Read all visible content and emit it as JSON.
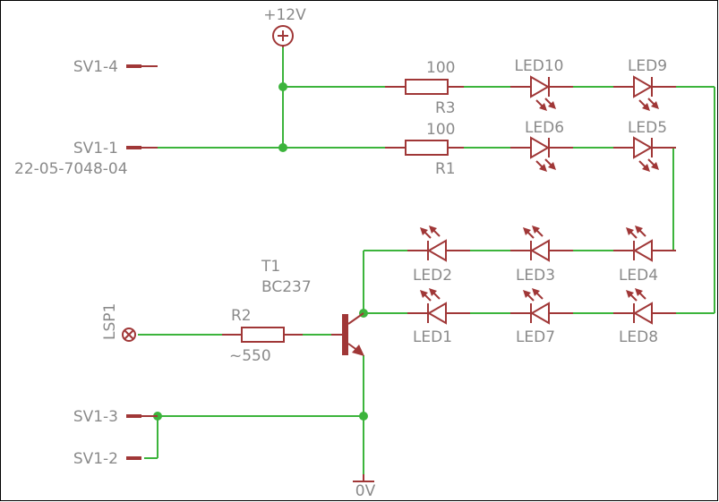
{
  "supply_label": "+12V",
  "ground_label": "0V",
  "connectors": {
    "sv1_4": "SV1-4",
    "sv1_1": "SV1-1",
    "sv1_1_part": "22-05-7048-04",
    "sv1_3": "SV1-3",
    "sv1_2": "SV1-2",
    "lsp1": "LSP1"
  },
  "resistors": {
    "r3": {
      "name": "R3",
      "value": "100"
    },
    "r1": {
      "name": "R1",
      "value": "100"
    },
    "r2": {
      "name": "R2",
      "value": "~550"
    }
  },
  "transistor": {
    "name": "T1",
    "type": "BC237"
  },
  "leds": {
    "led10": "LED10",
    "led9": "LED9",
    "led6": "LED6",
    "led5": "LED5",
    "led2": "LED2",
    "led3": "LED3",
    "led4": "LED4",
    "led1": "LED1",
    "led7": "LED7",
    "led8": "LED8"
  },
  "colors": {
    "wire": "#3cb43c",
    "part": "#a03737",
    "text": "#8a8a8a"
  }
}
